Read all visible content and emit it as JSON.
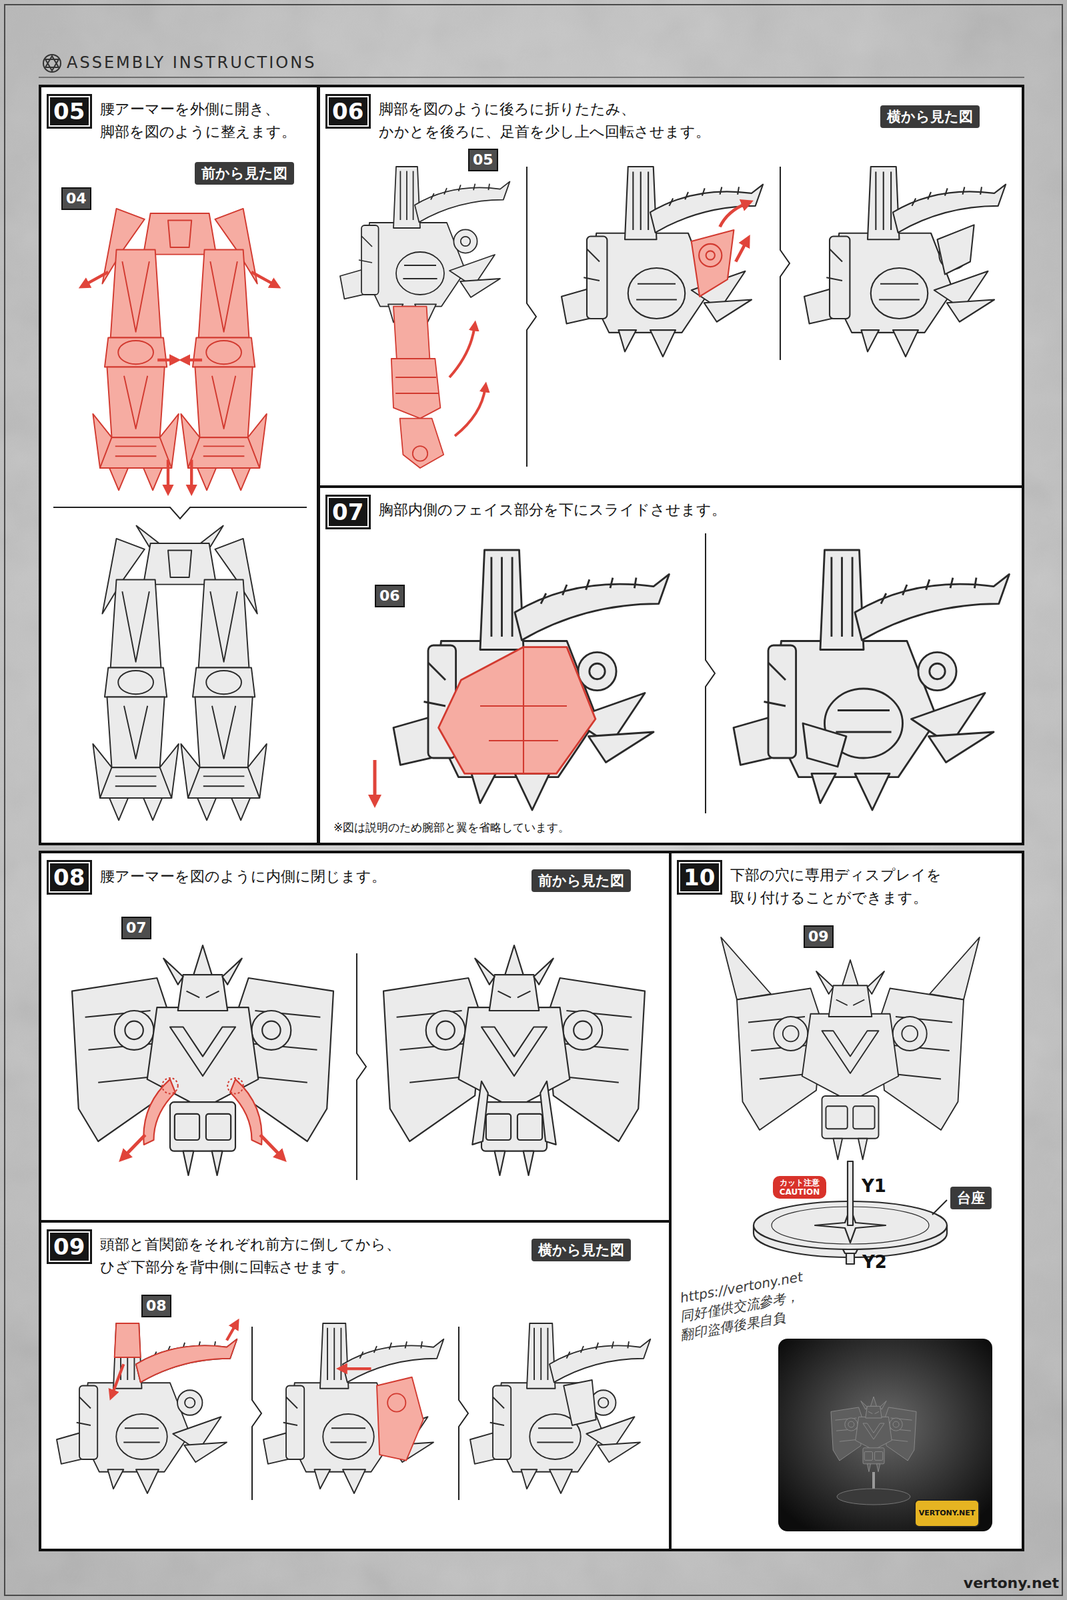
{
  "diagram": {
    "title": "ASSEMBLY INSTRUCTIONS",
    "nodes": [
      {
        "text": [
          "腰アーマーを外側に開き、 脚部を図のように整えます。"
        ]
      },
      {
        "text": [
          "05"
        ],
        "in": 0
      },
      {
        "text": [
          "前から見た図"
        ],
        "in": 0
      },
      {
        "text": [
          "04"
        ],
        "in": 0
      },
      {
        "text": [
          "脚部を図のように後ろに折りたたみ、 かかとを後ろに、足首を少し上へ回転させます。"
        ]
      },
      {
        "text": [
          "06"
        ],
        "in": 4
      },
      {
        "text": [
          "横から見た図"
        ],
        "in": 4
      },
      {
        "text": [
          "05"
        ],
        "in": 4
      },
      {
        "text": [
          "胸部内側のフェイス部分を下にスライドさせます。",
          "※図は説明のため腕部と翼を省略しています。"
        ]
      },
      {
        "text": [
          "07"
        ],
        "in": 8
      },
      {
        "text": [
          "06"
        ],
        "in": 8
      },
      {
        "text": [
          "腰アーマーを図のように内側に閉じます。"
        ]
      },
      {
        "text": [
          "08"
        ],
        "in": 11
      },
      {
        "text": [
          "前から見た図"
        ],
        "in": 11
      },
      {
        "text": [
          "07"
        ],
        "in": 11
      },
      {
        "text": [
          "頭部と首関節をそれぞれ前方に倒してから、 ひざ下部分を背中側に回転させます。"
        ]
      },
      {
        "text": [
          "09"
        ],
        "in": 15
      },
      {
        "text": [
          "横から見た図"
        ],
        "in": 15
      },
      {
        "text": [
          "08"
        ],
        "in": 15
      },
      {
        "text": [
          "下部の穴に専用ディスプレイを 取り付けることができます。"
        ]
      },
      {
        "text": [
          "10"
        ],
        "in": 19
      },
      {
        "text": [
          "09"
        ],
        "in": 19
      },
      {
        "text": [
          "カット注意 CAUTION"
        ],
        "in": 19
      },
      {
        "text": [
          "台座"
        ],
        "in": 19
      }
    ],
    "labels": [
      "Y1",
      "Y2",
      "https://vertony.net",
      "同好僅供交流參考，",
      "翻印盜傳後果自負",
      "VERTONY.NET",
      "vertony.net"
    ]
  }
}
